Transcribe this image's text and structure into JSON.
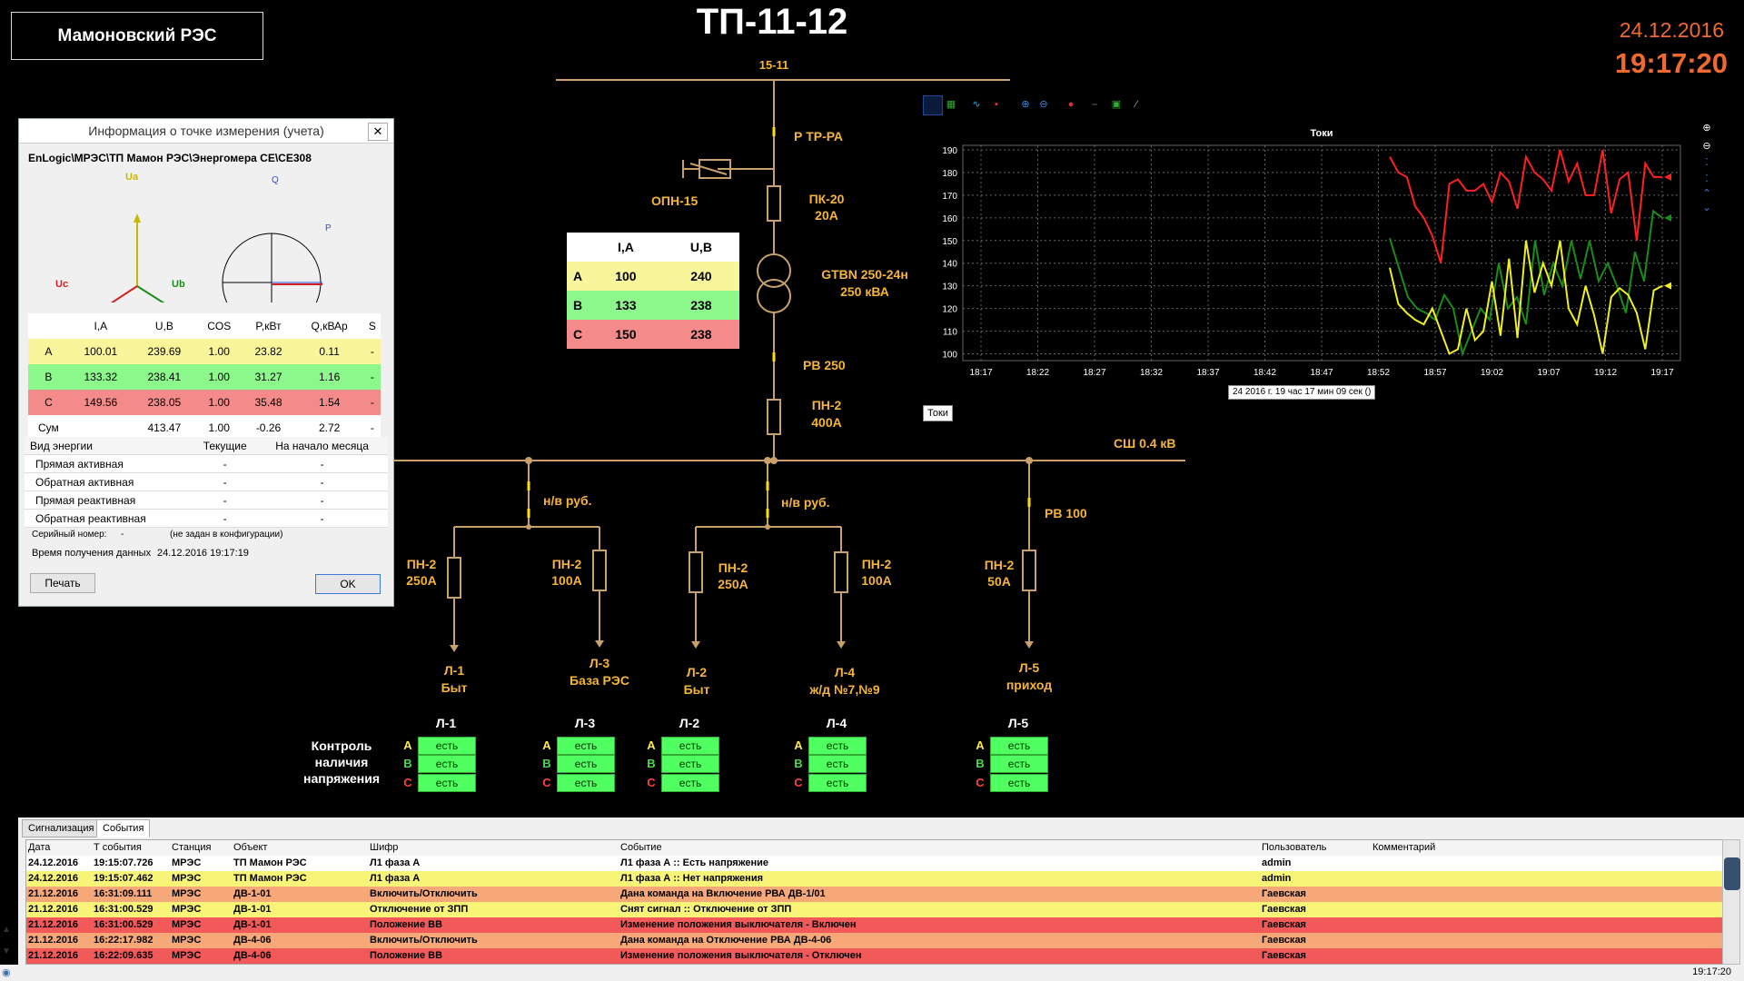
{
  "station": "Мамоновский РЭС",
  "title": "ТП-11-12",
  "date": "24.12.2016",
  "time": "19:17:20",
  "scheme": {
    "bus_top": "15-11",
    "rtr": "Р ТР-РА",
    "opn": "ОПН-15",
    "pk_name": "ПК-20",
    "pk_val": "20А",
    "transformer_name": "GTBN 250-24н",
    "transformer_val": "250 кВА",
    "rv250": "РВ 250",
    "pn_main_name": "ПН-2",
    "pn_main_val": "400А",
    "bus_low": "СШ 0.4 кВ",
    "nv1": "н/в руб.",
    "nv2": "н/в руб.",
    "rv100": "РВ 100",
    "fuses": [
      {
        "name": "ПН-2",
        "val": "250А"
      },
      {
        "name": "ПН-2",
        "val": "100А"
      },
      {
        "name": "ПН-2",
        "val": "250А"
      },
      {
        "name": "ПН-2",
        "val": "100А"
      },
      {
        "name": "ПН-2",
        "val": "50А"
      }
    ],
    "lines": [
      {
        "name": "Л-1",
        "desc": "Быт"
      },
      {
        "name": "Л-3",
        "desc": "База РЭС"
      },
      {
        "name": "Л-2",
        "desc": "Быт"
      },
      {
        "name": "Л-4",
        "desc": "ж/д №7,№9"
      },
      {
        "name": "Л-5",
        "desc": "приход"
      }
    ]
  },
  "mini_table": {
    "headers": [
      "I,A",
      "U,B"
    ],
    "rows": [
      {
        "phase": "A",
        "i": "100",
        "u": "240",
        "color": "#f8f59a"
      },
      {
        "phase": "B",
        "i": "133",
        "u": "238",
        "color": "#8cf78a"
      },
      {
        "phase": "C",
        "i": "150",
        "u": "238",
        "color": "#f58a8a"
      }
    ]
  },
  "control": {
    "title_lines": [
      "Контроль",
      "наличия",
      "напряжения"
    ],
    "groups": [
      {
        "name": "Л-1",
        "values": [
          "есть",
          "есть",
          "есть"
        ]
      },
      {
        "name": "Л-3",
        "values": [
          "есть",
          "есть",
          "есть"
        ]
      },
      {
        "name": "Л-2",
        "values": [
          "есть",
          "есть",
          "есть"
        ]
      },
      {
        "name": "Л-4",
        "values": [
          "есть",
          "есть",
          "есть"
        ]
      },
      {
        "name": "Л-5",
        "values": [
          "есть",
          "есть",
          "есть"
        ]
      }
    ],
    "phases": [
      "A",
      "B",
      "C"
    ],
    "phase_colors": [
      "#ffe84a",
      "#4cd84c",
      "#ff4040"
    ]
  },
  "dialog": {
    "title": "Информация о точке измерения (учета)",
    "path": "EnLogic\\МРЭС\\ТП Мамон РЭС\\Энергомера СЕ\\СЕ308",
    "vector_labels": {
      "ua": "Ua",
      "ub": "Ub",
      "uc": "Uc",
      "q": "Q",
      "p": "P"
    },
    "table_headers": [
      "",
      "I,A",
      "U,B",
      "COS",
      "P,кВт",
      "Q,кВАр",
      "S"
    ],
    "rows": [
      {
        "phase": "A",
        "i": "100.01",
        "u": "239.69",
        "cos": "1.00",
        "p": "23.82",
        "q": "0.11",
        "s": "-",
        "color": "#f8f59a"
      },
      {
        "phase": "B",
        "i": "133.32",
        "u": "238.41",
        "cos": "1.00",
        "p": "31.27",
        "q": "1.16",
        "s": "-",
        "color": "#8cf78a"
      },
      {
        "phase": "C",
        "i": "149.56",
        "u": "238.05",
        "cos": "1.00",
        "p": "35.48",
        "q": "1.54",
        "s": "-",
        "color": "#f58a8a"
      },
      {
        "phase": "Сум",
        "i": "",
        "u": "413.47",
        "cos": "1.00",
        "p": "-0.26",
        "q": "2.72",
        "s": "-",
        "color": "#ffffff"
      }
    ],
    "energy_headers": [
      "Вид энергии",
      "Текущие",
      "На начало месяца"
    ],
    "energy_rows": [
      [
        "Прямая активная",
        "-",
        "-"
      ],
      [
        "Обратная активная",
        "-",
        "-"
      ],
      [
        "Прямая реактивная",
        "-",
        "-"
      ],
      [
        "Обратная реактивная",
        "-",
        "-"
      ]
    ],
    "serial_label": "Серийный номер:",
    "serial_dash": "-",
    "serial_value": "(не задан в конфигурации)",
    "time_label": "Время получения данных",
    "time_value": "24.12.2016 19:17:19",
    "print_label": "Печать",
    "ok_label": "OK"
  },
  "chart_data": {
    "type": "line",
    "title": "Токи",
    "x": [
      "18:17",
      "18:22",
      "18:27",
      "18:32",
      "18:37",
      "18:42",
      "18:47",
      "18:52",
      "18:57",
      "19:02",
      "19:07",
      "19:12",
      "19:17"
    ],
    "ylim": [
      97,
      192
    ],
    "yticks": [
      100,
      110,
      120,
      130,
      140,
      150,
      160,
      170,
      180,
      190
    ],
    "grid": true,
    "data_start_minutes": 53,
    "series": [
      {
        "color": "#ff2020",
        "values": [
          187,
          180,
          178,
          165,
          160,
          152,
          140,
          175,
          177,
          172,
          172,
          175,
          167,
          180,
          176,
          164,
          187,
          180,
          177,
          172,
          190,
          176,
          184,
          170,
          170,
          190,
          162,
          177,
          180,
          150,
          184,
          178,
          178
        ]
      },
      {
        "color": "#1a8c1a",
        "values": [
          151,
          138,
          125,
          120,
          118,
          115,
          126,
          120,
          100,
          110,
          120,
          115,
          140,
          120,
          125,
          113,
          150,
          126,
          140,
          130,
          150,
          133,
          150,
          132,
          140,
          130,
          118,
          145,
          132,
          163,
          160
        ]
      },
      {
        "color": "#f0f020",
        "values": [
          138,
          122,
          118,
          115,
          113,
          120,
          110,
          100,
          102,
          120,
          106,
          110,
          132,
          108,
          142,
          107,
          150,
          127,
          140,
          130,
          150,
          120,
          113,
          130,
          117,
          100,
          125,
          129,
          126,
          118,
          102,
          128,
          130
        ]
      }
    ],
    "caption": "24  2016 г. 19 час 17 мин 09 сек ()",
    "legend_btn": "Токи"
  },
  "events": {
    "tabs": [
      "Сигнализация",
      "События"
    ],
    "headers": [
      "Дата",
      "Т события",
      "Станция",
      "Объект",
      "Шифр",
      "Событие",
      "Пользователь",
      "Комментарий"
    ],
    "rows": [
      {
        "c": "#ffffff",
        "d": [
          "24.12.2016",
          "19:15:07.726",
          "МРЭС",
          "ТП Мамон РЭС",
          "Л1 фаза А",
          "Л1 фаза А :: Есть напряжение",
          "admin",
          ""
        ]
      },
      {
        "c": "#f7f478",
        "d": [
          "24.12.2016",
          "19:15:07.462",
          "МРЭС",
          "ТП Мамон РЭС",
          "Л1 фаза А",
          "Л1 фаза А :: Нет напряжения",
          "admin",
          ""
        ]
      },
      {
        "c": "#f7a878",
        "d": [
          "21.12.2016",
          "16:31:09.111",
          "МРЭС",
          "ДВ-1-01",
          "Включить/Отключить",
          "Дана команда на Включение РВА ДВ-1/01",
          "Гаевская",
          ""
        ]
      },
      {
        "c": "#f7f478",
        "d": [
          "21.12.2016",
          "16:31:00.529",
          "МРЭС",
          "ДВ-1-01",
          "Отключение от ЗПП",
          "Снят сигнал :: Отключение от ЗПП",
          "Гаевская",
          ""
        ]
      },
      {
        "c": "#f25a5a",
        "d": [
          "21.12.2016",
          "16:31:00.529",
          "МРЭС",
          "ДВ-1-01",
          "Положение ВВ",
          "Изменение положения выключателя - Включен",
          "Гаевская",
          ""
        ]
      },
      {
        "c": "#f7a878",
        "d": [
          "21.12.2016",
          "16:22:17.982",
          "МРЭС",
          "ДВ-4-06",
          "Включить/Отключить",
          "Дана команда на Отключение РВА ДВ-4-06",
          "Гаевская",
          ""
        ]
      },
      {
        "c": "#f25a5a",
        "d": [
          "21.12.2016",
          "16:22:09.635",
          "МРЭС",
          "ДВ-4-06",
          "Положение ВВ",
          "Изменение положения выключателя - Отключен",
          "Гаевская",
          ""
        ]
      }
    ]
  },
  "status_time": "19:17:20"
}
